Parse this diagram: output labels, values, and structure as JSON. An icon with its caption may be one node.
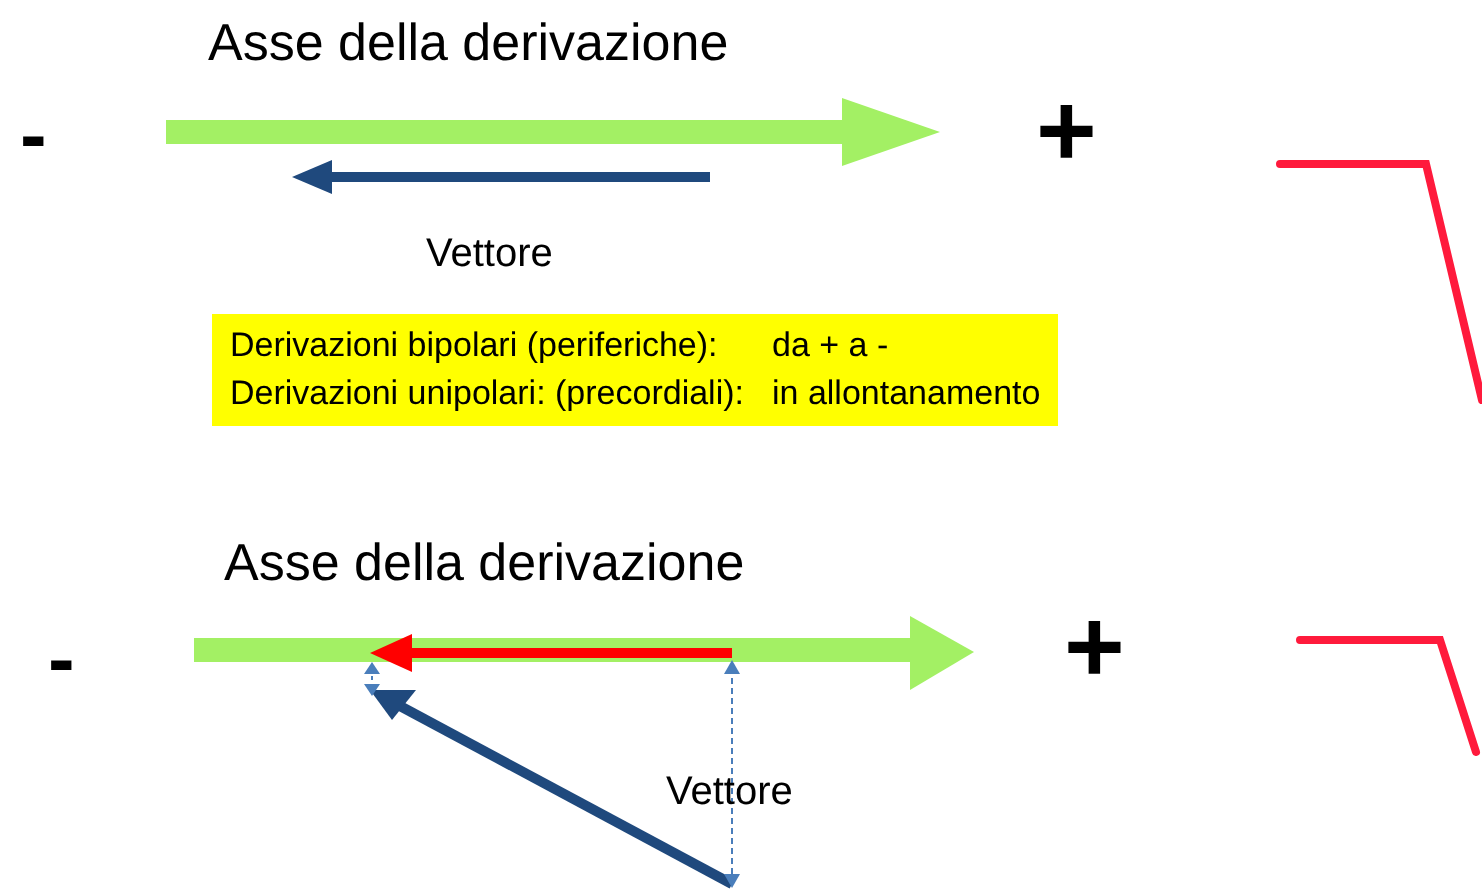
{
  "diagram": {
    "nodes": [
      {
        "text": [
          "Derivazioni bipolari (periferiche):",
          "da + a -",
          "Derivazioni unipolari: (precordiali):",
          "in allontanamento"
        ]
      }
    ],
    "labels": [
      "Asse della derivazione",
      "-",
      "+",
      "Vettore",
      "Asse della derivazione",
      "-",
      "+",
      "Vettore"
    ]
  }
}
